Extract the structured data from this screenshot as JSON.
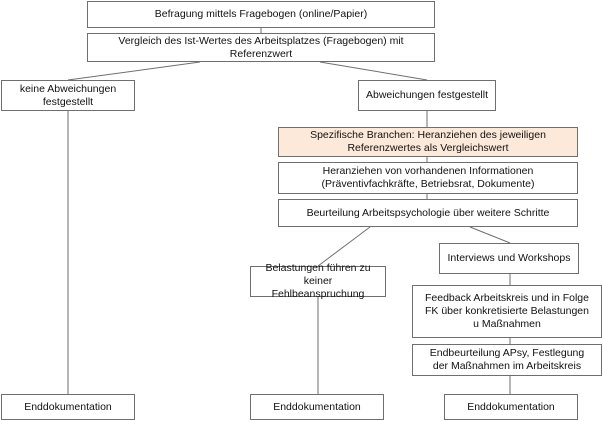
{
  "colors": {
    "box_border": "#6f6f6f",
    "connector": "#6f6f6f",
    "highlight_fill": "#fde9d9",
    "text": "#111111"
  },
  "boxes": {
    "survey": "Befragung mittels Fragebogen (online/Papier)",
    "comparison": "Vergleich des Ist-Wertes des Arbeitsplatzes (Fragebogen) mit Referenzwert",
    "no_deviation": "keine Abweichungen festgestellt",
    "deviation": "Abweichungen festgestellt",
    "sectors": "Spezifische Branchen: Heranziehen des jeweiligen Referenzwertes als Vergleichswert",
    "existing_info": "Heranziehen von vorhandenen Informationen (Präventivfachkräfte, Betriebsrat, Dokumente)",
    "assessment": "Beurteilung Arbeitspsychologie über weitere Schritte",
    "no_strain": "Belastungen führen zu keiner Fehlbeanspruchung",
    "interviews": "Interviews und Workshops",
    "feedback": "Feedback Arbeitskreis und in Folge FK über konkretisierte Belastungen u Maßnahmen",
    "final_assessment": "Endbeurteilung APsy, Festlegung der Maßnahmen im Arbeitskreis",
    "end_doc_left": "Enddokumentation",
    "end_doc_middle": "Enddokumentation",
    "end_doc_right": "Enddokumentation"
  }
}
